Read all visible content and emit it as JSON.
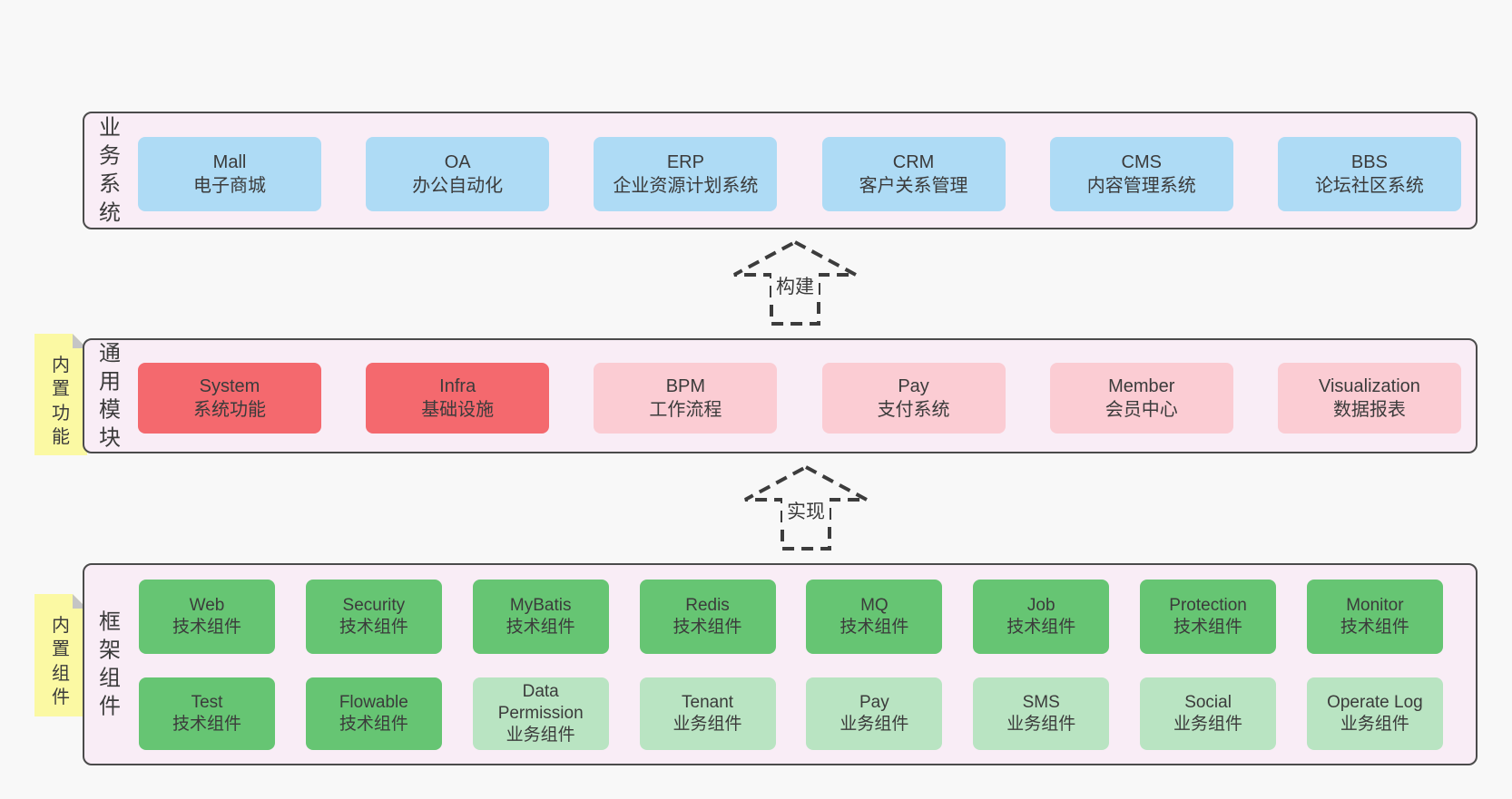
{
  "colors": {
    "bg": "#f8f8f8",
    "band_bg": "#f9edf6",
    "band_border": "#4b4b4b",
    "blue": "#aedbf5",
    "red": "#f4696e",
    "pink": "#fbccd3",
    "green_dark": "#66c573",
    "green_light": "#b9e4c2",
    "yellow": "#fbf9a3",
    "fold": "#c5c5c5",
    "text": "#3b3b3b",
    "arrow": "#3c3c3c"
  },
  "bands": [
    {
      "label": "业务系统",
      "boxes": [
        {
          "en": "Mall",
          "zh": "电子商城",
          "variant": "blue"
        },
        {
          "en": "OA",
          "zh": "办公自动化",
          "variant": "blue"
        },
        {
          "en": "ERP",
          "zh": "企业资源计划系统",
          "variant": "blue"
        },
        {
          "en": "CRM",
          "zh": "客户关系管理",
          "variant": "blue"
        },
        {
          "en": "CMS",
          "zh": "内容管理系统",
          "variant": "blue"
        },
        {
          "en": "BBS",
          "zh": "论坛社区系统",
          "variant": "blue"
        }
      ]
    },
    {
      "label": "通用模块",
      "note": "内置功能",
      "boxes": [
        {
          "en": "System",
          "zh": "系统功能",
          "variant": "red"
        },
        {
          "en": "Infra",
          "zh": "基础设施",
          "variant": "red"
        },
        {
          "en": "BPM",
          "zh": "工作流程",
          "variant": "pink"
        },
        {
          "en": "Pay",
          "zh": "支付系统",
          "variant": "pink"
        },
        {
          "en": "Member",
          "zh": "会员中心",
          "variant": "pink"
        },
        {
          "en": "Visualization",
          "zh": "数据报表",
          "variant": "pink"
        }
      ]
    },
    {
      "label": "框架组件",
      "note": "内置组件",
      "rows": [
        [
          {
            "en": "Web",
            "zh": "技术组件",
            "variant": "green_dark"
          },
          {
            "en": "Security",
            "zh": "技术组件",
            "variant": "green_dark"
          },
          {
            "en": "MyBatis",
            "zh": "技术组件",
            "variant": "green_dark"
          },
          {
            "en": "Redis",
            "zh": "技术组件",
            "variant": "green_dark"
          },
          {
            "en": "MQ",
            "zh": "技术组件",
            "variant": "green_dark"
          },
          {
            "en": "Job",
            "zh": "技术组件",
            "variant": "green_dark"
          },
          {
            "en": "Protection",
            "zh": "技术组件",
            "variant": "green_dark"
          },
          {
            "en": "Monitor",
            "zh": "技术组件",
            "variant": "green_dark"
          }
        ],
        [
          {
            "en": "Test",
            "zh": "技术组件",
            "variant": "green_dark"
          },
          {
            "en": "Flowable",
            "zh": "技术组件",
            "variant": "green_dark"
          },
          {
            "en": "Data Permission",
            "zh": "业务组件",
            "variant": "green_light"
          },
          {
            "en": "Tenant",
            "zh": "业务组件",
            "variant": "green_light"
          },
          {
            "en": "Pay",
            "zh": "业务组件",
            "variant": "green_light"
          },
          {
            "en": "SMS",
            "zh": "业务组件",
            "variant": "green_light"
          },
          {
            "en": "Social",
            "zh": "业务组件",
            "variant": "green_light"
          },
          {
            "en": "Operate Log",
            "zh": "业务组件",
            "variant": "green_light"
          }
        ]
      ]
    }
  ],
  "arrows": [
    {
      "label": "构建"
    },
    {
      "label": "实现"
    }
  ]
}
